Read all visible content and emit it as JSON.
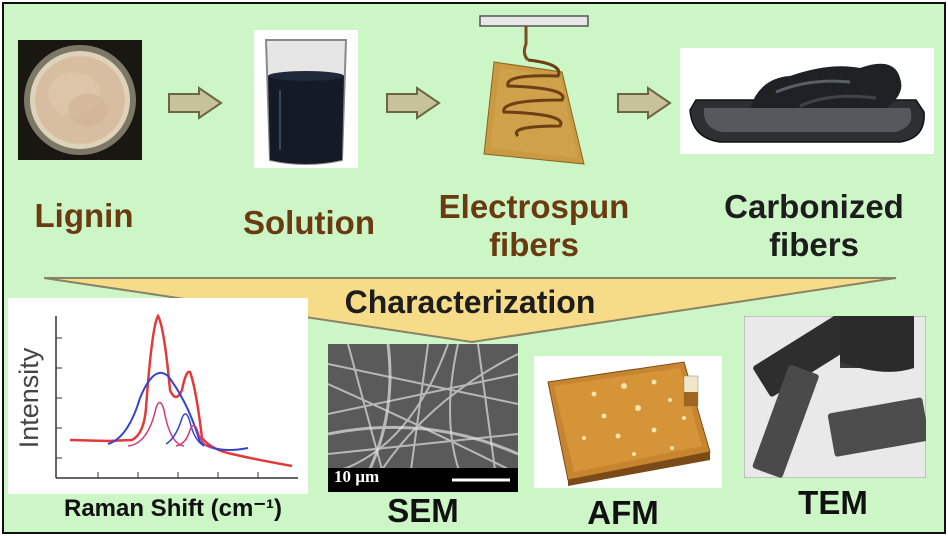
{
  "process": {
    "lignin": "Lignin",
    "solution": "Solution",
    "electrospun_line1": "Electrospun",
    "electrospun_line2": "fibers",
    "carbonized_line1": "Carbonized",
    "carbonized_line2": "fibers"
  },
  "characterization": {
    "title": "Characterization",
    "raman_ylabel": "Intensity",
    "raman_xlabel": "Raman Shift (cm⁻¹)",
    "sem_label": "SEM",
    "sem_scalebar": "10 µm",
    "afm_label": "AFM",
    "tem_label": "TEM"
  },
  "colors": {
    "background": "#ccf6c6",
    "label_brown": "#6b3a10",
    "arrow_fill": "#c8c29a",
    "banner_fill": "#f6dc88"
  }
}
